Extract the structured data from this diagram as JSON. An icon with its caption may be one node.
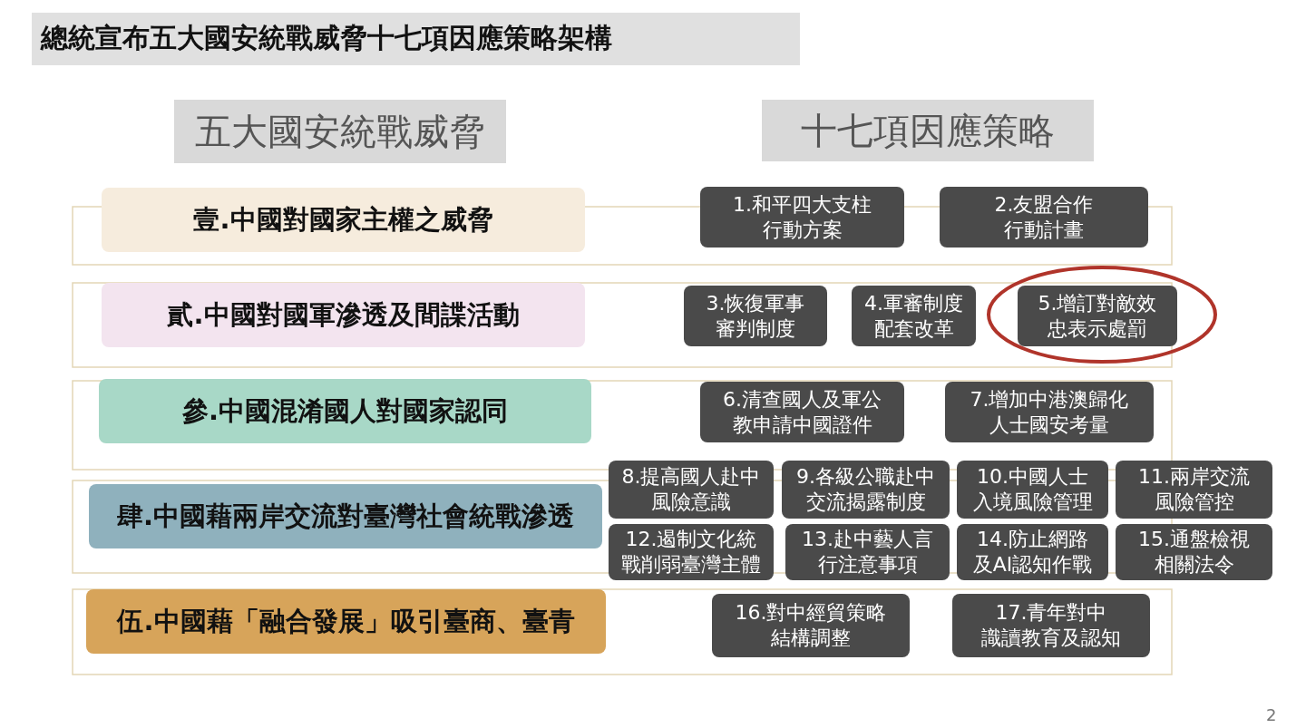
{
  "diagram": {
    "title": "總統宣布五大國安統戰威脅十七項因應策略架構",
    "nodes": [
      {
        "text": [
          "五大國安統戰威脅"
        ]
      },
      {
        "text": [
          "十七項因應策略"
        ]
      },
      {
        "text": [
          "壹.中國對國家主權之威脅"
        ]
      },
      {
        "text": [
          "貳.中國對國軍滲透及間諜活動"
        ]
      },
      {
        "text": [
          "參.中國混淆國人對國家認同"
        ]
      },
      {
        "text": [
          "肆.中國藉兩岸交流對臺灣社會統戰滲透"
        ]
      },
      {
        "text": [
          "伍.中國藉「融合發展」吸引臺商、臺青"
        ]
      },
      {
        "text": [
          "1.和平四大支柱行動方案"
        ]
      },
      {
        "text": [
          "2.友盟合作行動計畫"
        ]
      },
      {
        "text": [
          "3.恢復軍事審判制度"
        ]
      },
      {
        "text": [
          "4.軍審制度配套改革"
        ]
      },
      {
        "text": [
          "5.增訂對敵效忠表示處罰"
        ]
      },
      {
        "text": [
          "6.清查國人及軍公教申請中國證件"
        ]
      },
      {
        "text": [
          "7.增加中港澳歸化人士國安考量"
        ]
      },
      {
        "text": [
          "8.提高國人赴中風險意識"
        ]
      },
      {
        "text": [
          "9.各級公職赴中交流揭露制度"
        ]
      },
      {
        "text": [
          "10.中國人士入境風險管理"
        ]
      },
      {
        "text": [
          "11.兩岸交流風險管控"
        ]
      },
      {
        "text": [
          "12.遏制文化統戰削弱臺灣主體"
        ]
      },
      {
        "text": [
          "13.赴中藝人言行注意事項"
        ]
      },
      {
        "text": [
          "14.防止網路及AI認知作戰"
        ]
      },
      {
        "text": [
          "15.通盤檢視相關法令"
        ]
      },
      {
        "text": [
          "16.對中經貿策略結構調整"
        ]
      },
      {
        "text": [
          "17.青年對中識讀教育及認知"
        ]
      }
    ],
    "labels": [
      "2"
    ]
  }
}
